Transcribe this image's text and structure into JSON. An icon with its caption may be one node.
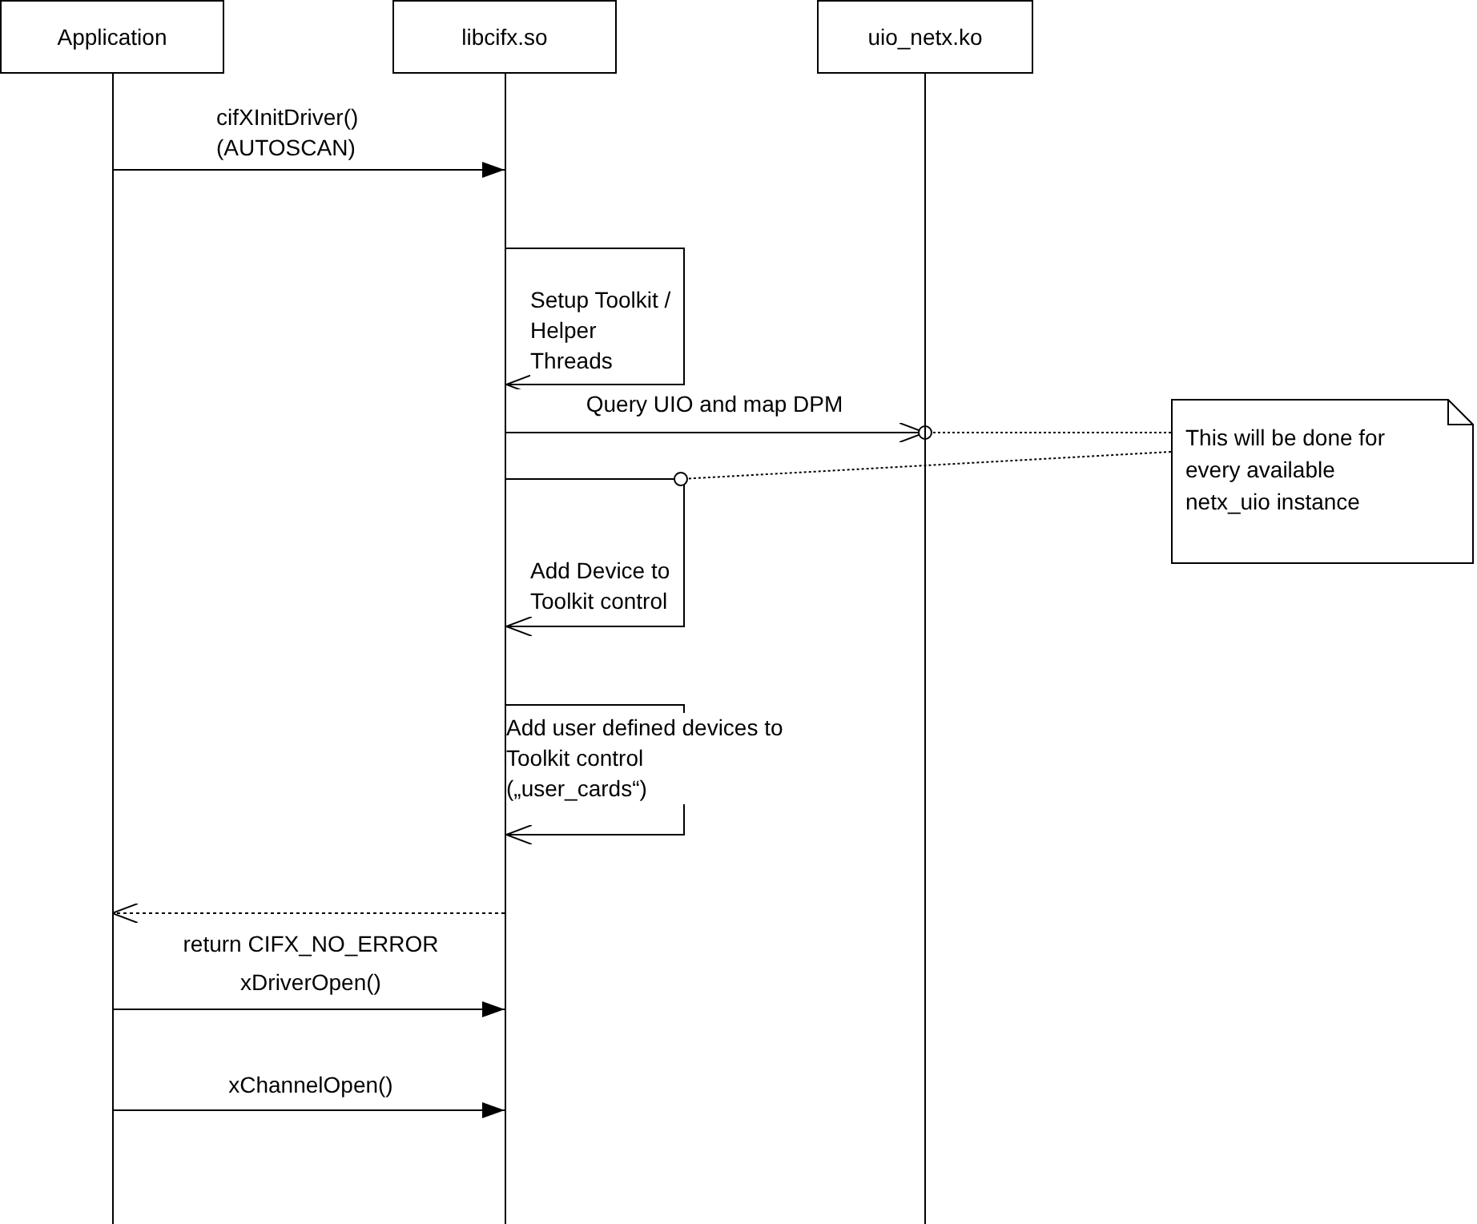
{
  "diagram": {
    "nodes": [
      {
        "text": [
          "Application"
        ]
      },
      {
        "text": [
          "libcifx.so"
        ]
      },
      {
        "text": [
          "uio_netx.ko"
        ]
      },
      {
        "text": [
          "This will be done for every available netx_uio instance"
        ]
      }
    ],
    "edges": [
      {
        "from": 0,
        "to": 1,
        "arrow": "to",
        "label": "cifXInitDriver() (AUTOSCAN)"
      },
      {
        "from": 1,
        "to": 1,
        "arrow": "to",
        "label": "Setup Toolkit / Helper Threads"
      },
      {
        "from": 1,
        "to": 2,
        "arrow": "to",
        "label": "Query UIO and map DPM"
      },
      {
        "from": 1,
        "to": 1,
        "arrow": "to",
        "label": "Add Device to Toolkit control"
      },
      {
        "from": 1,
        "to": 1,
        "arrow": "to",
        "label": "Add user defined devices to Toolkit control („user_cards“)"
      },
      {
        "from": 1,
        "to": 0,
        "arrow": "to",
        "label": "return CIFX_NO_ERROR",
        "style": "dashed"
      },
      {
        "from": 0,
        "to": 1,
        "arrow": "to",
        "label": "xDriverOpen()"
      },
      {
        "from": 0,
        "to": 1,
        "arrow": "to",
        "label": "xChannelOpen()"
      },
      {
        "from": 3,
        "to": 2,
        "arrow": "other",
        "style": "dashed"
      },
      {
        "from": 3,
        "to": null,
        "arrow": "other",
        "style": "dashed"
      }
    ]
  }
}
